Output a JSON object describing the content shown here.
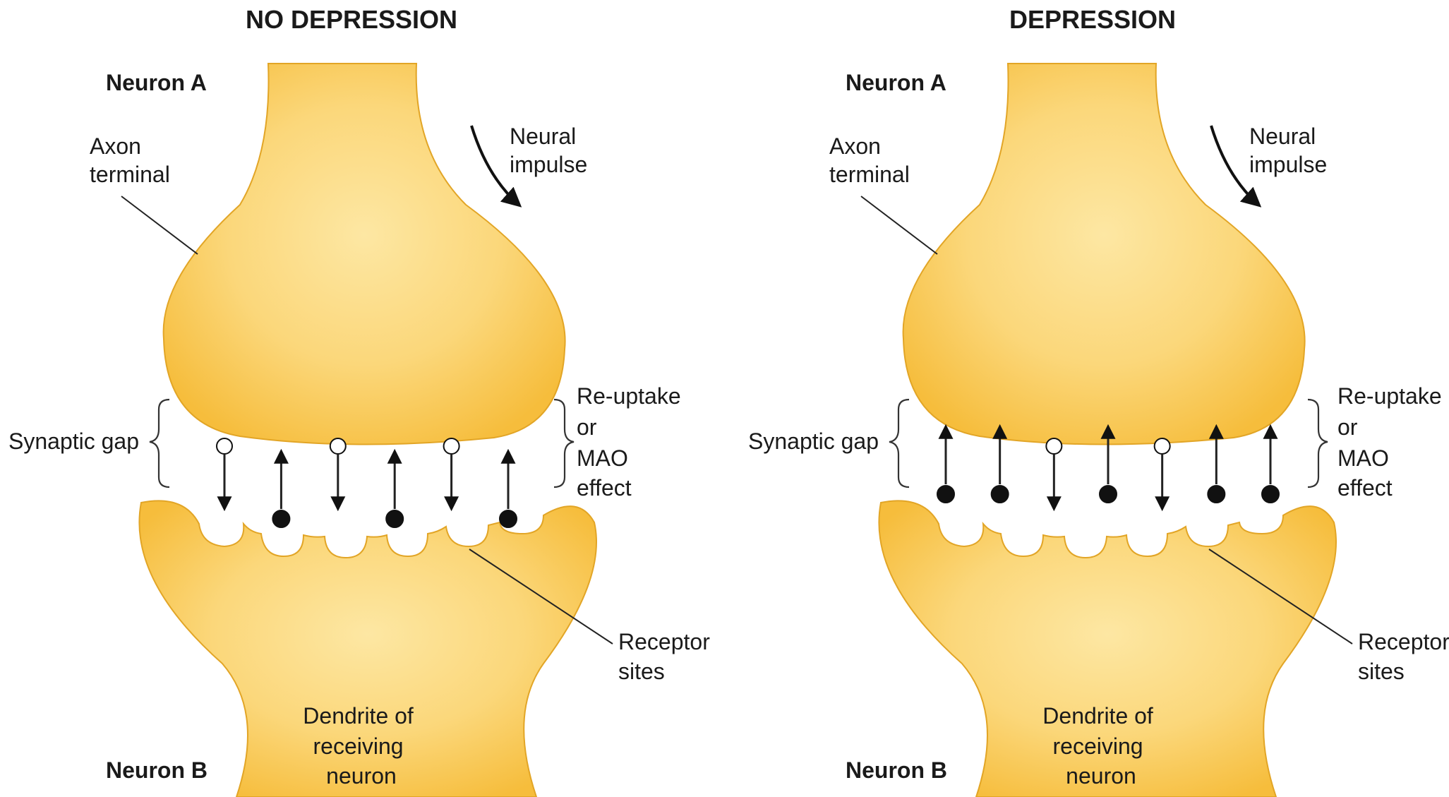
{
  "colors": {
    "neuron_fill_light": "#fde7a3",
    "neuron_fill_dark": "#f6bd3c",
    "neuron_outline": "#e2a526",
    "molecule_filled": "#111111",
    "molecule_open": "#ffffff",
    "line": "#222222"
  },
  "panels": [
    {
      "title": "NO DEPRESSION",
      "neuron_a": "Neuron A",
      "neuron_b": "Neuron B",
      "axon_terminal": [
        "Axon",
        "terminal"
      ],
      "neural_impulse": [
        "Neural",
        "impulse"
      ],
      "synaptic_gap": "Synaptic gap",
      "reuptake": [
        "Re-uptake",
        "or",
        "MAO",
        "effect"
      ],
      "receptor_sites": [
        "Receptor",
        "sites"
      ],
      "dendrite": [
        "Dendrite of",
        "receiving",
        "neuron"
      ],
      "molecules": [
        {
          "type": "open",
          "direction": "down"
        },
        {
          "type": "filled",
          "direction": "up"
        },
        {
          "type": "open",
          "direction": "down"
        },
        {
          "type": "filled",
          "direction": "up"
        },
        {
          "type": "open",
          "direction": "down"
        },
        {
          "type": "filled",
          "direction": "up"
        }
      ]
    },
    {
      "title": "DEPRESSION",
      "neuron_a": "Neuron A",
      "neuron_b": "Neuron B",
      "axon_terminal": [
        "Axon",
        "terminal"
      ],
      "neural_impulse": [
        "Neural",
        "impulse"
      ],
      "synaptic_gap": "Synaptic gap",
      "reuptake": [
        "Re-uptake",
        "or",
        "MAO",
        "effect"
      ],
      "receptor_sites": [
        "Receptor",
        "sites"
      ],
      "dendrite": [
        "Dendrite of",
        "receiving",
        "neuron"
      ],
      "molecules": [
        {
          "type": "filled",
          "direction": "up"
        },
        {
          "type": "filled",
          "direction": "up"
        },
        {
          "type": "open",
          "direction": "down"
        },
        {
          "type": "filled",
          "direction": "up"
        },
        {
          "type": "open",
          "direction": "down"
        },
        {
          "type": "filled",
          "direction": "up"
        },
        {
          "type": "filled",
          "direction": "up"
        }
      ]
    }
  ]
}
